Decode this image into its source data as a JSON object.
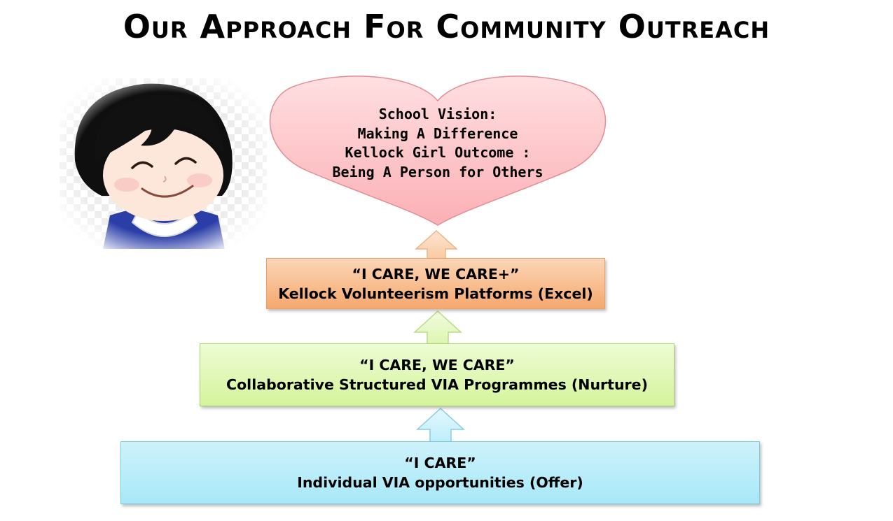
{
  "title": "Our Approach For Community Outreach",
  "vision": {
    "line1": "School Vision:",
    "line2": "Making A Difference",
    "line3": "Kellock Girl Outcome :",
    "line4": "Being A Person for Others"
  },
  "levels": {
    "excel": {
      "line1": "“I CARE, WE CARE+”",
      "line2": "Kellock Volunteerism Platforms (Excel)"
    },
    "nurture": {
      "line1": "“I CARE, WE CARE”",
      "line2": "Collaborative Structured VIA Programmes (Nurture)"
    },
    "offer": {
      "line1": "“I CARE”",
      "line2": "Individual VIA opportunities (Offer)"
    }
  },
  "colors": {
    "heart": "#fbb8bc",
    "excel": "#f7b27c",
    "nurture": "#dcf7ad",
    "offer": "#b4ecfa"
  }
}
